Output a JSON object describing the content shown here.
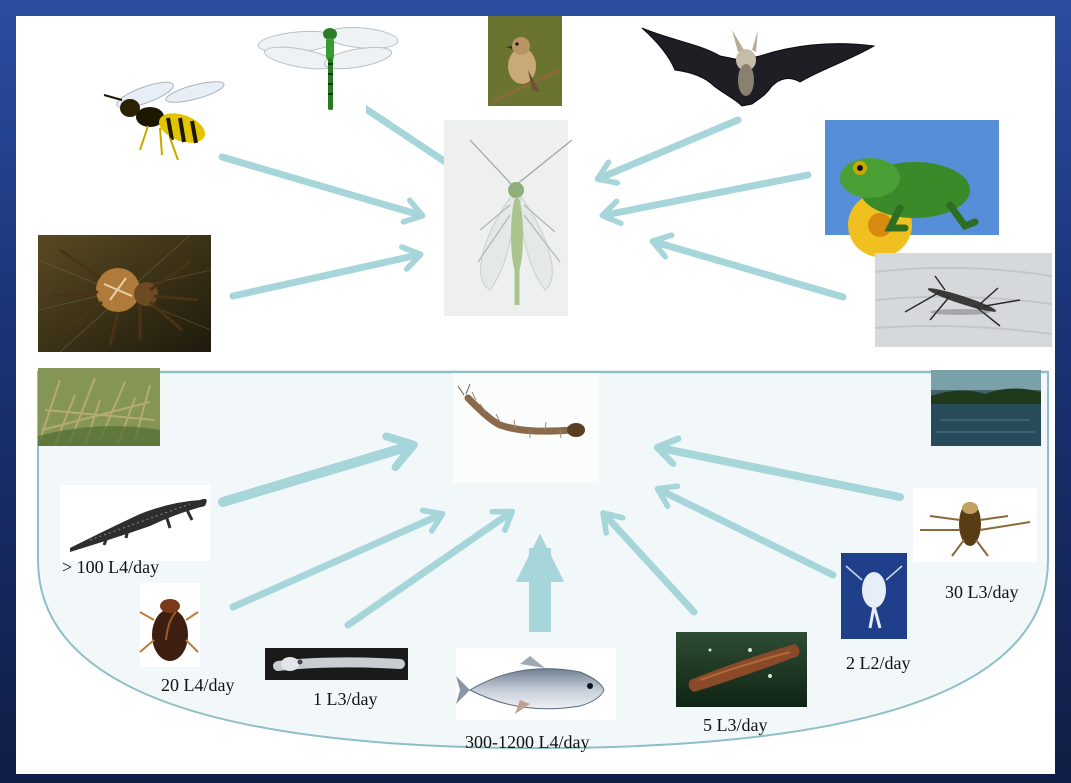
{
  "target": {
    "adult": "adult-midge",
    "larva": "midge-larva"
  },
  "adult_predators": [
    {
      "name": "wasp"
    },
    {
      "name": "dragonfly"
    },
    {
      "name": "songbird"
    },
    {
      "name": "bat"
    },
    {
      "name": "frog"
    },
    {
      "name": "spider"
    },
    {
      "name": "water-strider"
    }
  ],
  "larval_predators": [
    {
      "name": "newt",
      "rate": "> 100 L4/day"
    },
    {
      "name": "diving-beetle",
      "rate": "20 L4/day"
    },
    {
      "name": "phantom-midge-larva",
      "rate": "1 L3/day"
    },
    {
      "name": "fish",
      "rate": "300-1200 L4/day"
    },
    {
      "name": "leech",
      "rate": "5 L3/day"
    },
    {
      "name": "copepod",
      "rate": "2 L2/day"
    },
    {
      "name": "backswimmer",
      "rate": "30 L3/day"
    }
  ],
  "habitats": [
    "grass-habitat",
    "pond-habitat"
  ],
  "colors": {
    "arrow": "#a6d5da",
    "water_fill": "#f2f8fa",
    "water_stroke": "#8ebfc7",
    "frame": "#1b3478"
  }
}
